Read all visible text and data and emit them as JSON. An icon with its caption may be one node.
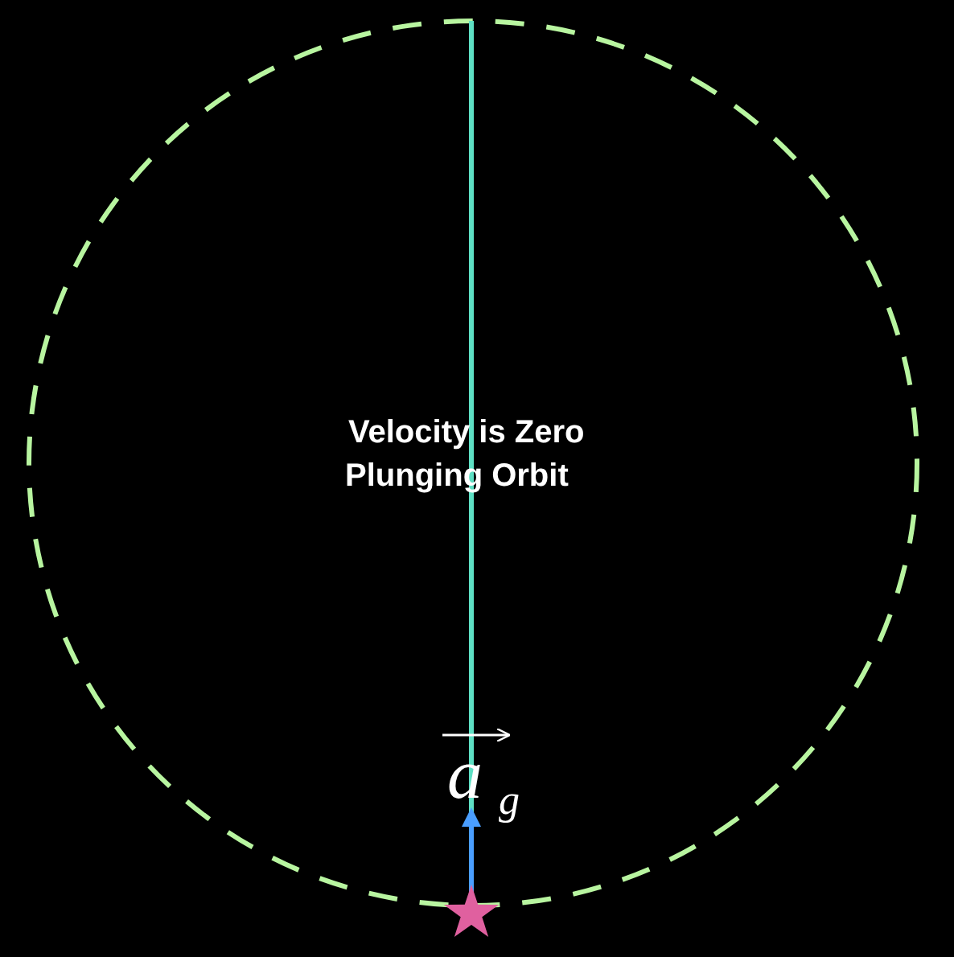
{
  "diagram": {
    "labels": [
      "Velocity is Zero",
      "Plunging Orbit",
      "*a*$_{g}$"
    ]
  }
}
